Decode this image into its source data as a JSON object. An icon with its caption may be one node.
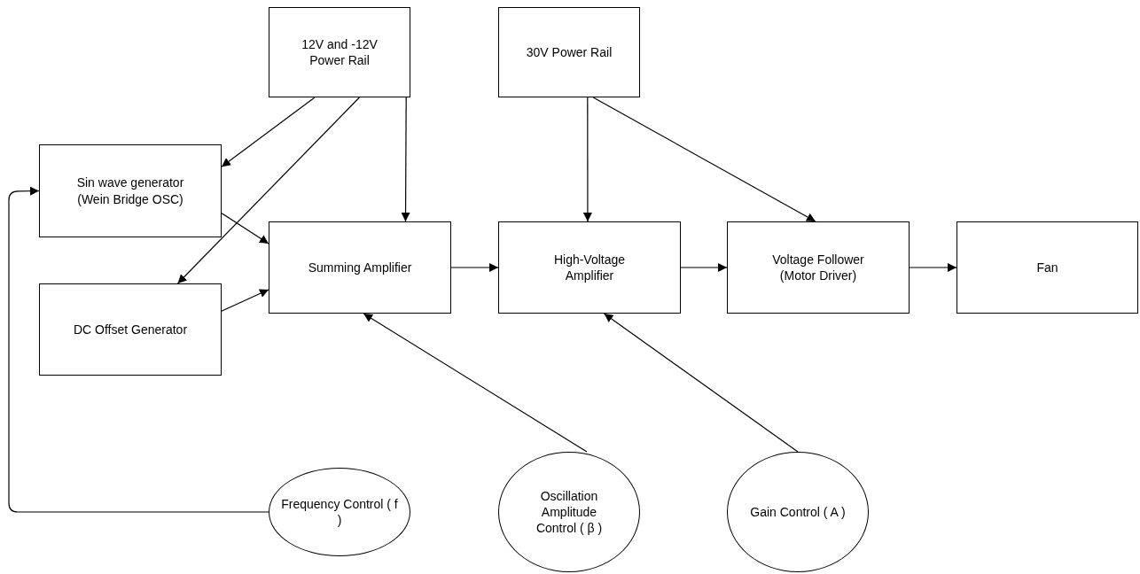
{
  "diagram": {
    "nodes": [
      {
        "text": [
          "12V and -12V Power Rail"
        ]
      },
      {
        "text": [
          "30V Power Rail"
        ]
      },
      {
        "text": [
          "Sin wave generator (Wein Bridge OSC)"
        ]
      },
      {
        "text": [
          "Summing Amplifier"
        ]
      },
      {
        "text": [
          "High-Voltage Amplifier"
        ]
      },
      {
        "text": [
          "Voltage Follower (Motor Driver)"
        ]
      },
      {
        "text": [
          "Fan"
        ]
      },
      {
        "text": [
          "DC Offset Generator"
        ]
      },
      {
        "text": [
          "Frequency Control ( f )"
        ]
      },
      {
        "text": [
          "Oscillation Amplitude Control ( β )"
        ]
      },
      {
        "text": [
          "Gain Control ( A )"
        ]
      }
    ],
    "edges": [
      {
        "from": 0,
        "to": 2,
        "arrow": "to"
      },
      {
        "from": 0,
        "to": 7,
        "arrow": "to"
      },
      {
        "from": 0,
        "to": 3,
        "arrow": "to"
      },
      {
        "from": 1,
        "to": 4,
        "arrow": "to"
      },
      {
        "from": 1,
        "to": 5,
        "arrow": "to"
      },
      {
        "from": 2,
        "to": 3,
        "arrow": "to"
      },
      {
        "from": 7,
        "to": 3,
        "arrow": "to"
      },
      {
        "from": 3,
        "to": 4,
        "arrow": "to"
      },
      {
        "from": 4,
        "to": 5,
        "arrow": "to"
      },
      {
        "from": 5,
        "to": 6,
        "arrow": "to"
      },
      {
        "from": 9,
        "to": 3,
        "arrow": "to"
      },
      {
        "from": 10,
        "to": 4,
        "arrow": "to"
      },
      {
        "from": 8,
        "to": 2,
        "arrow": "to"
      }
    ]
  }
}
